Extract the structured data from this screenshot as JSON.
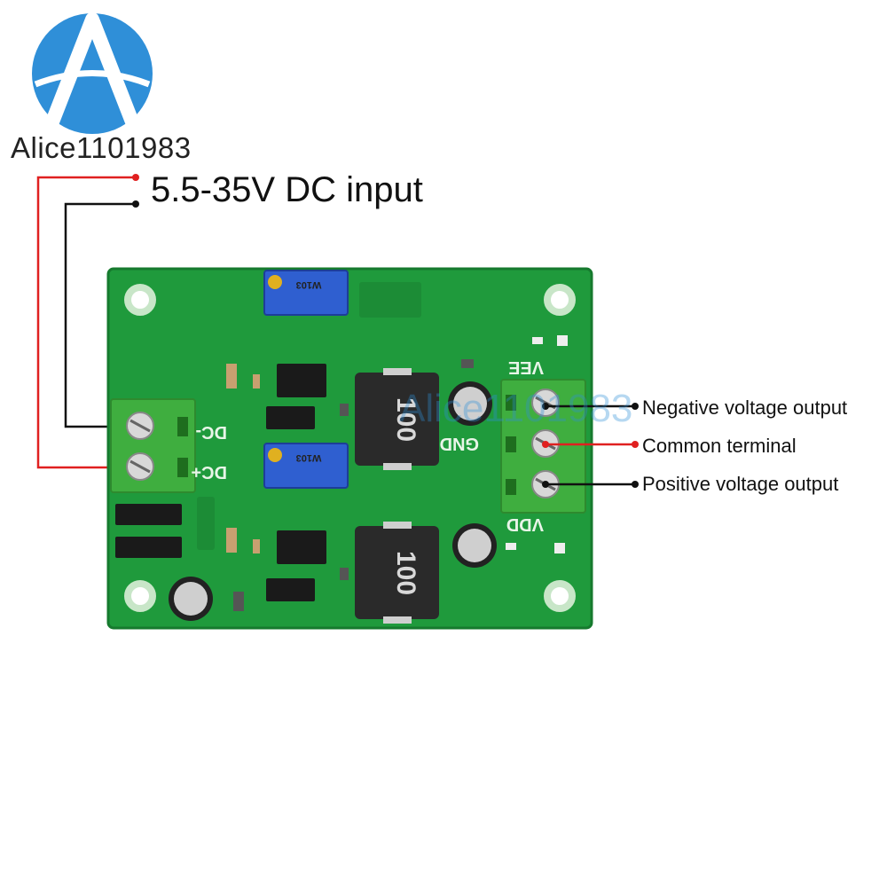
{
  "brand": {
    "name": "Alice1101983",
    "watermark": "Alice1101983"
  },
  "input": {
    "label": "5.5-35V DC input"
  },
  "outputs": {
    "negative": "Negative voltage output",
    "common": "Common terminal",
    "positive": "Positive voltage output"
  },
  "board": {
    "silkscreen": {
      "dc_minus": "DC-",
      "dc_plus": "DC+",
      "vee": "VEE",
      "gnd": "GND",
      "vdd": "VDD"
    },
    "inductor_top": "100",
    "inductor_bottom": "100",
    "trimmer_top": "W103",
    "trimmer_bottom": "W103"
  },
  "colors": {
    "pcb": "#1f9a3c",
    "terminal_block": "#3fae3f",
    "positive_wire": "#e02020",
    "negative_wire": "#111111",
    "logo": "#2f8fd8"
  }
}
